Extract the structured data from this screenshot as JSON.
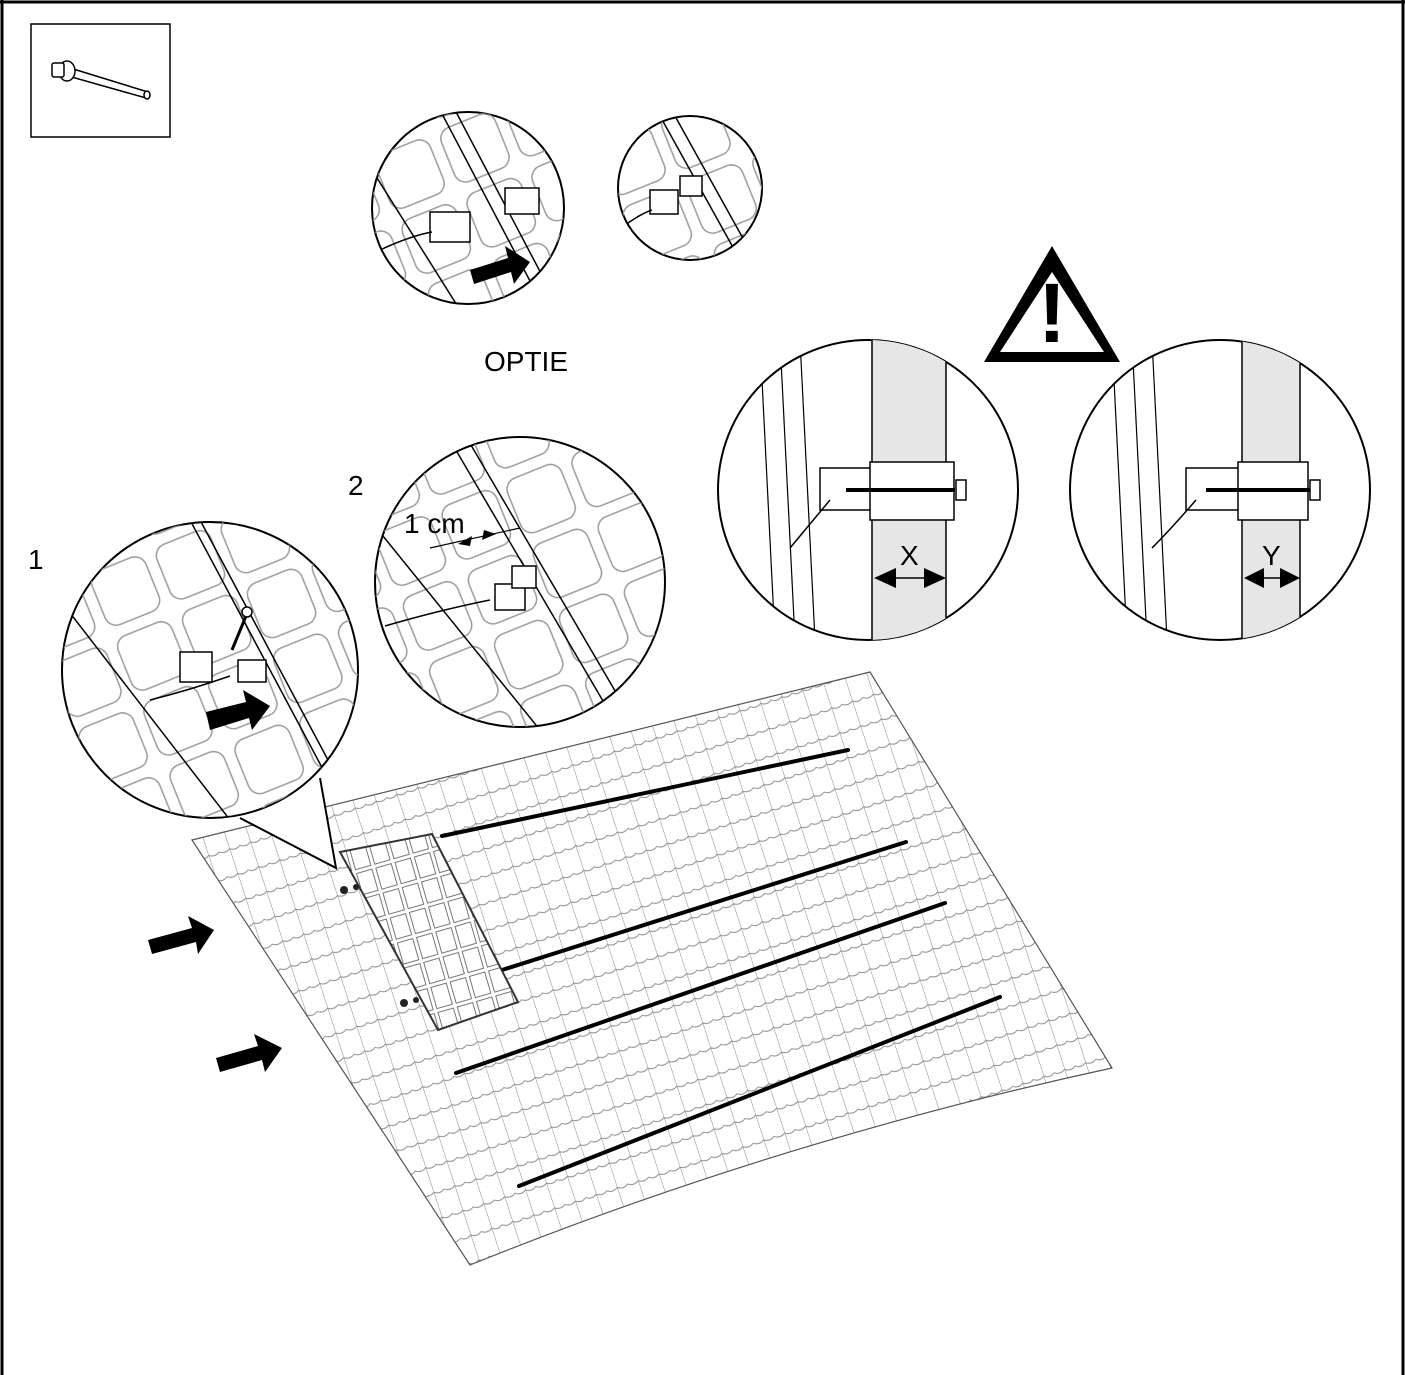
{
  "labels": {
    "option": "OPTIE",
    "step1": "1",
    "step2": "2",
    "gap": "1 cm",
    "dim_x": "X",
    "dim_y": "Y",
    "warning": "!"
  },
  "icons": {
    "tool": "torque-wrench-icon",
    "warning": "warning-triangle-icon",
    "arrow": "push-arrow-icon"
  },
  "colors": {
    "line": "#000000",
    "background": "#ffffff",
    "panel_gap_fill": "#e6e6e6"
  }
}
